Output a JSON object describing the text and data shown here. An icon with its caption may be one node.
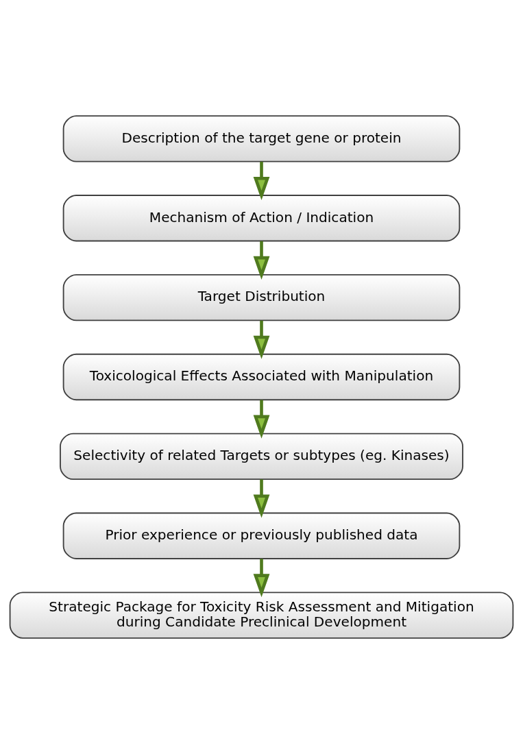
{
  "diagram": {
    "nodes": [
      {
        "text": [
          "Description of the target gene or protein"
        ]
      },
      {
        "text": [
          "Mechanism of Action / Indication"
        ]
      },
      {
        "text": [
          "Target Distribution"
        ]
      },
      {
        "text": [
          "Toxicological Effects Associated with Manipulation"
        ]
      },
      {
        "text": [
          "Selectivity of related Targets or subtypes (eg. Kinases)"
        ]
      },
      {
        "text": [
          "Prior experience or previously published data"
        ]
      },
      {
        "text": [
          "Strategic Package for Toxicity Risk Assessment and Mitigation during Candidate Preclinical Development"
        ]
      }
    ],
    "edges": [
      {
        "from": 0,
        "to": 1,
        "arrow": "to"
      },
      {
        "from": 1,
        "to": 2,
        "arrow": "to"
      },
      {
        "from": 2,
        "to": 3,
        "arrow": "to"
      },
      {
        "from": 3,
        "to": 4,
        "arrow": "to"
      },
      {
        "from": 4,
        "to": 5,
        "arrow": "to"
      },
      {
        "from": 5,
        "to": 6,
        "arrow": "to"
      }
    ]
  }
}
